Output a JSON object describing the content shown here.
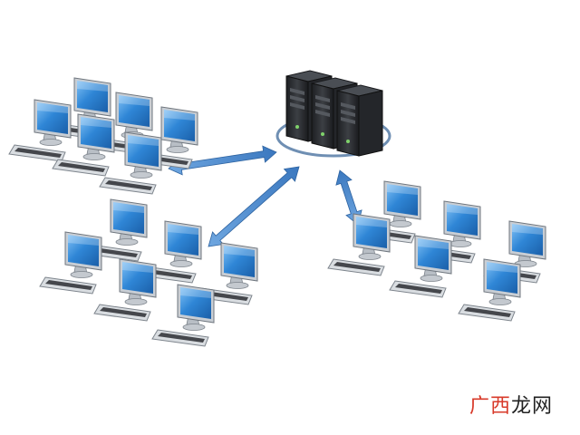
{
  "watermark": {
    "part1": "广西",
    "part2": "龙网"
  },
  "colors": {
    "screen": "#2f7fd0",
    "screen_light": "#5fa8ec",
    "bezel": "#c9ced4",
    "bezel_dark": "#8f969e",
    "server": "#2a2c30",
    "server_front": "#3a3d42",
    "arrow": "#4a86c8",
    "ring": "#6f8fb3"
  },
  "nodes": {
    "server_group": {
      "units": 3
    },
    "workstation_groups": [
      {
        "name": "top-left-cluster",
        "computers": 6
      },
      {
        "name": "bottom-left-cluster",
        "computers": 6
      },
      {
        "name": "right-cluster",
        "computers": 6
      }
    ]
  },
  "links": [
    {
      "from": "server",
      "to": "top-left-cluster",
      "direction": "bidirectional"
    },
    {
      "from": "server",
      "to": "bottom-left-cluster",
      "direction": "bidirectional"
    },
    {
      "from": "server",
      "to": "right-cluster",
      "direction": "bidirectional"
    }
  ]
}
